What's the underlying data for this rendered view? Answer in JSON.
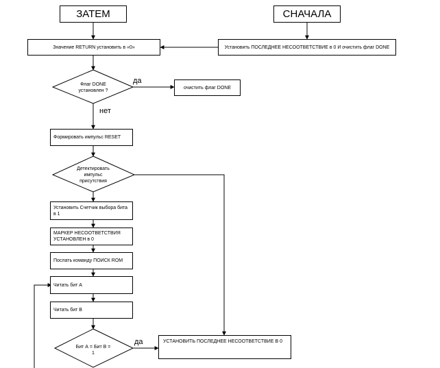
{
  "header": {
    "then_label": "ЗАТЕМ",
    "first_label": "СНАЧАЛА"
  },
  "process": {
    "set_last_mismatch": "Установить  ПОСЛЕДНЕЕ НЕСООТВЕТСТВИЕ в 0 И очистить флаг DONE",
    "set_return": "Значение RETURN установить в «0»",
    "clear_done": "очистить флаг DONE",
    "form_reset": "Формировать импульс RESET",
    "set_bit_counter": "Установить Счетчик выбора бита в 1",
    "marker_mismatch": "МАРКЕР НЕСООТВЕТСТВИЯ УСТАНОВЛЕН в  0",
    "send_search_rom": "Послать команду ПОИСК ROM",
    "read_bit_a": "Читать бит А",
    "read_bit_b": "Читать бит В",
    "set_last_mismatch_zero": "УСТАНОВИТЬ ПОСЛЕДНЕЕ НЕСООТВЕТСТВИЕ В 0"
  },
  "decisions": {
    "done_flag_set": "Флаг DONE установлен ?",
    "detect_presence": "Детектировать импульс присутствия",
    "bit_a_eq_bit_b": "Бит А = Бит В = 1"
  },
  "branch_labels": {
    "yes_1": "да",
    "no_1": "нет",
    "yes_2": "да"
  }
}
